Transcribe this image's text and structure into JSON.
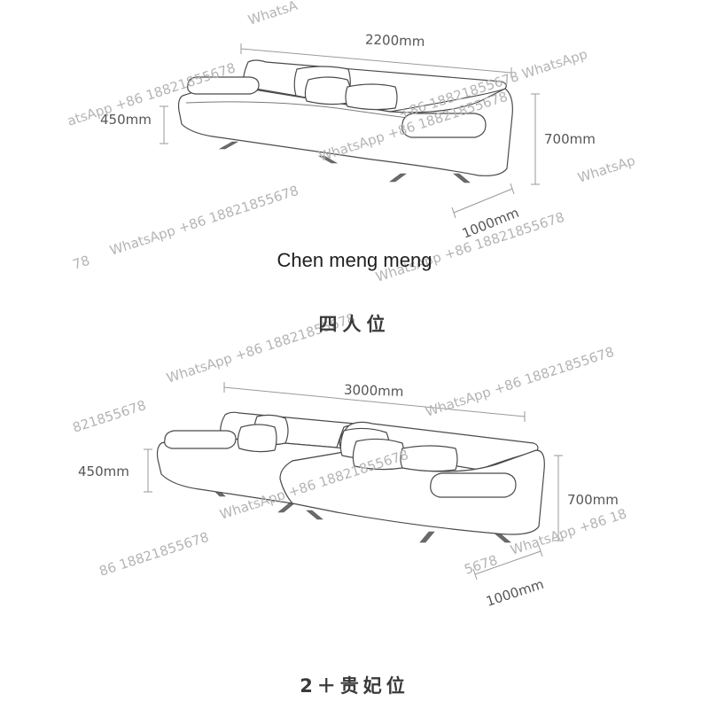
{
  "dimensions_four_seat": {
    "width": "2200mm",
    "seat_height": "450mm",
    "height": "700mm",
    "depth": "1000mm"
  },
  "dimensions_two_plus": {
    "width": "3000mm",
    "seat_height": "450mm",
    "height": "700mm",
    "depth": "1000mm"
  },
  "watermark": {
    "full": "WhatsApp +86 18821855678",
    "tail_a": "atsApp +86 18821855678",
    "tail_b": "WhatsAp",
    "tail_c": "78",
    "tail_d": "821855678",
    "tail_e": "86 18821855678",
    "tail_f": "5678",
    "tail_g": "WhatsApp +86 18",
    "tail_h": "WhatsA",
    "tail_i": "+86 18821855678 WhatsApp"
  },
  "brand": "Chen meng meng",
  "labels": {
    "four_seat": "四人位",
    "two_plus": "2＋贵妃位"
  }
}
